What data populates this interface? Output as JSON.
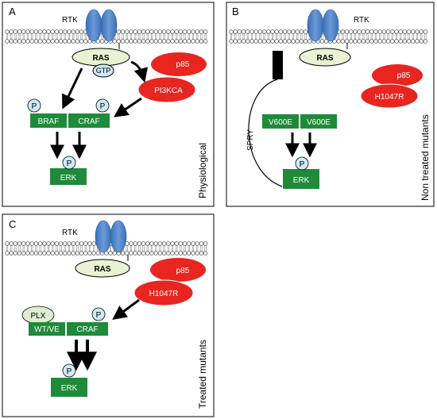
{
  "panels": [
    {
      "letter": "A",
      "rtk": "RTK",
      "ras": "RAS",
      "gtp": "GTP",
      "p85": "p85",
      "pi3k": "PI3KCA",
      "kinase_left": "BRAF",
      "kinase_right": "CRAF",
      "phospho": "P",
      "erk": "ERK",
      "condition": "Physiological"
    },
    {
      "letter": "B",
      "rtk": "RTK",
      "ras": "RAS",
      "p85": "p85",
      "pi3k": "H1047R",
      "kinase_left": "V600E",
      "kinase_right": "V600E",
      "phospho": "P",
      "erk": "ERK",
      "feedback": "SPRY",
      "condition": "Non treated mutants"
    },
    {
      "letter": "C",
      "rtk": "RTK",
      "ras": "RAS",
      "p85": "p85",
      "pi3k": "H1047R",
      "inhibitor": "PLX",
      "kinase_left": "WT/VE",
      "kinase_right": "CRAF",
      "phospho": "P",
      "erk": "ERK",
      "condition": "Treated mutants"
    }
  ],
  "colors": {
    "receptor": "#4f81c7",
    "ras": "#e9f3d4",
    "pi3k": "#e8251f",
    "kinase": "#1f8a3a",
    "phospho": "#cdeaf7",
    "plx": "#dfeccf"
  }
}
